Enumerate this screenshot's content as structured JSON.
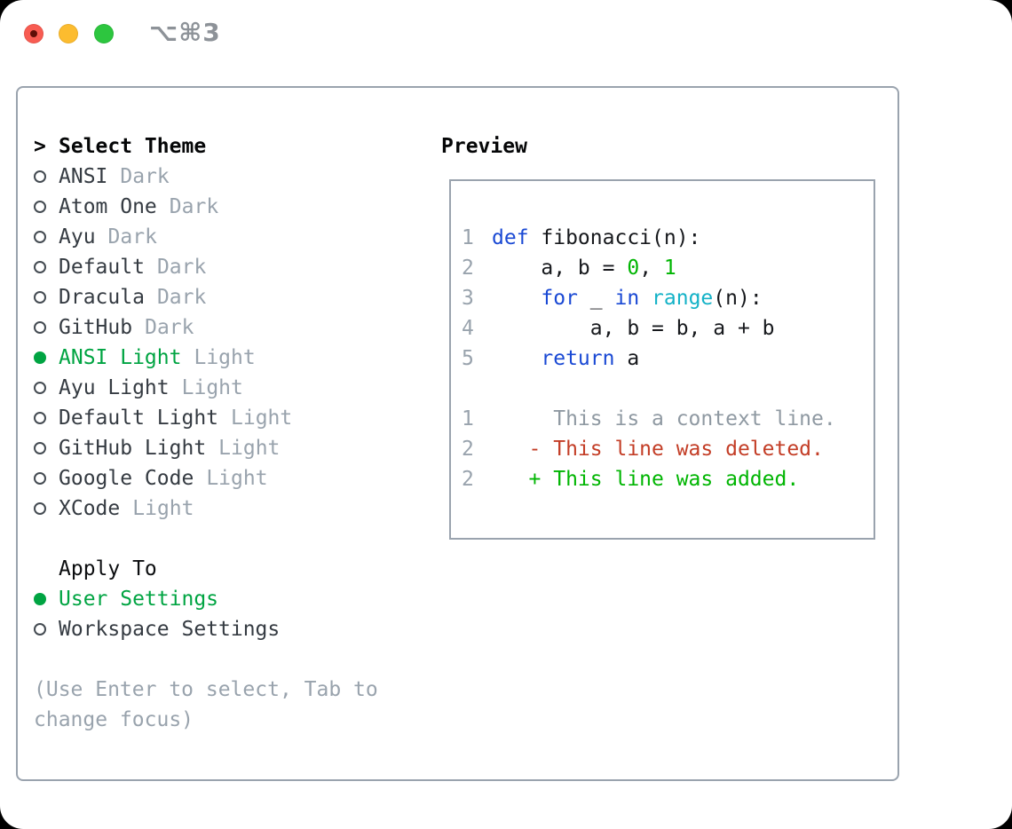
{
  "window": {
    "shortcut": "⌥⌘3"
  },
  "theme_panel": {
    "title_prefix": ">",
    "title": "Select Theme",
    "items": [
      {
        "name": "ANSI",
        "tag": "Dark",
        "selected": false
      },
      {
        "name": "Atom One",
        "tag": "Dark",
        "selected": false
      },
      {
        "name": "Ayu",
        "tag": "Dark",
        "selected": false
      },
      {
        "name": "Default",
        "tag": "Dark",
        "selected": false
      },
      {
        "name": "Dracula",
        "tag": "Dark",
        "selected": false
      },
      {
        "name": "GitHub",
        "tag": "Dark",
        "selected": false
      },
      {
        "name": "ANSI Light",
        "tag": "Light",
        "selected": true
      },
      {
        "name": "Ayu Light",
        "tag": "Light",
        "selected": false
      },
      {
        "name": "Default Light",
        "tag": "Light",
        "selected": false
      },
      {
        "name": "GitHub Light",
        "tag": "Light",
        "selected": false
      },
      {
        "name": "Google Code",
        "tag": "Light",
        "selected": false
      },
      {
        "name": "XCode",
        "tag": "Light",
        "selected": false
      }
    ]
  },
  "apply_to": {
    "title": "Apply To",
    "options": [
      {
        "name": "User Settings",
        "selected": true
      },
      {
        "name": "Workspace Settings",
        "selected": false
      }
    ]
  },
  "hint": "(Use Enter to select, Tab to change focus)",
  "preview": {
    "title": "Preview",
    "lines": [
      {
        "num": "1",
        "segs": [
          {
            "t": "def"
          },
          {
            "t": " fibonacci(n):"
          }
        ]
      },
      {
        "num": "2",
        "segs": [
          {
            "t": "    a, b = "
          },
          {
            "t": "0"
          },
          {
            "t": ", "
          },
          {
            "t": "1"
          }
        ]
      },
      {
        "num": "3",
        "segs": [
          {
            "t": "    "
          },
          {
            "t": "for"
          },
          {
            "t": " _ "
          },
          {
            "t": "in"
          },
          {
            "t": " "
          },
          {
            "t": "range"
          },
          {
            "t": "(n):"
          }
        ]
      },
      {
        "num": "4",
        "segs": [
          {
            "t": "        a, b = b, a + b"
          }
        ]
      },
      {
        "num": "5",
        "segs": [
          {
            "t": "    "
          },
          {
            "t": "return"
          },
          {
            "t": " a"
          }
        ]
      },
      {
        "num": "",
        "segs": []
      },
      {
        "num": "1",
        "segs": [
          {
            "t": "     This is a context line."
          }
        ]
      },
      {
        "num": "2",
        "segs": [
          {
            "t": "   - This line was deleted."
          }
        ]
      },
      {
        "num": "2",
        "segs": [
          {
            "t": "   + This line was added."
          }
        ]
      }
    ]
  },
  "colors": {
    "accent_green": "#00a442",
    "added_green": "#00b502",
    "deleted_red": "#c33d26",
    "keyword_blue": "#1a49d4",
    "builtin_cyan": "#14b2c7",
    "muted_gray": "#99a3ad",
    "border_gray": "#9aa3ae",
    "traffic_red": "#f85c52",
    "traffic_yellow": "#fcbc2f",
    "traffic_green": "#2dc63f"
  }
}
